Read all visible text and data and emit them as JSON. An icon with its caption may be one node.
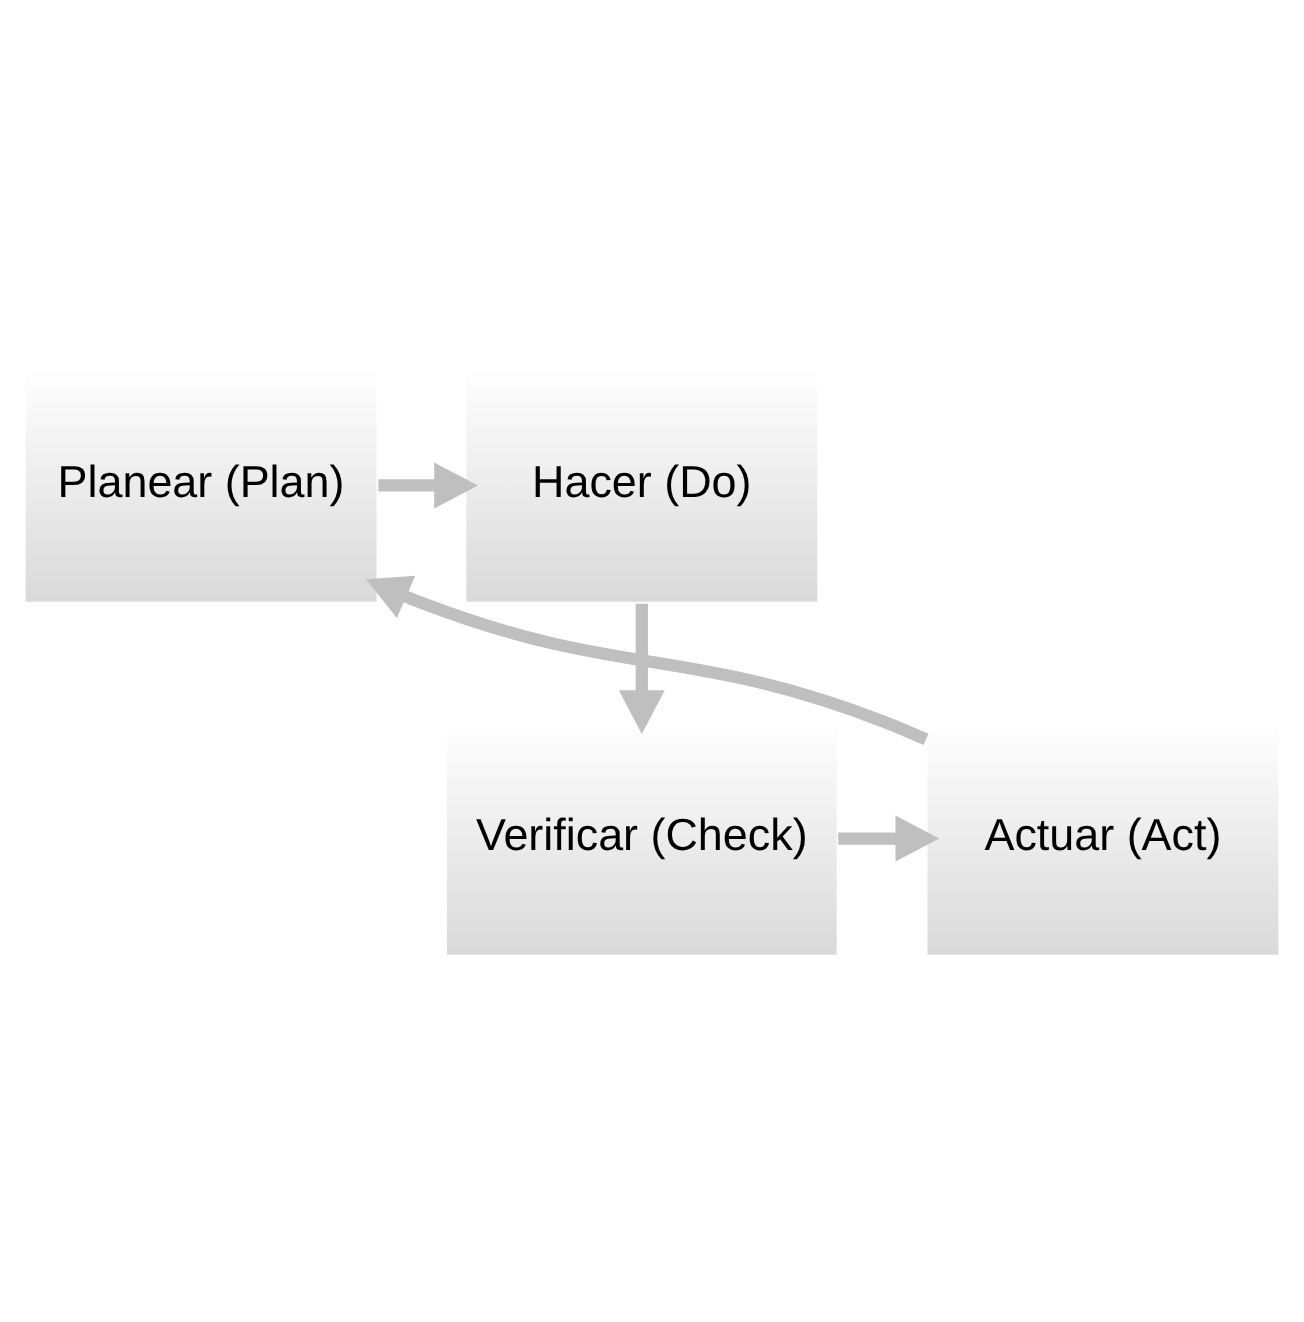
{
  "diagram": {
    "nodes": [
      {
        "text": [
          "Planear (Plan)"
        ]
      },
      {
        "text": [
          "Hacer (Do)"
        ]
      },
      {
        "text": [
          "Verificar (Check)"
        ]
      },
      {
        "text": [
          "Actuar (Act)"
        ]
      }
    ],
    "edges": [
      {
        "from": 0,
        "to": 1,
        "arrow": "to"
      },
      {
        "from": 1,
        "to": 2,
        "arrow": "to"
      },
      {
        "from": 2,
        "to": 3,
        "arrow": "to"
      },
      {
        "from": 3,
        "to": 0,
        "arrow": "to"
      }
    ]
  }
}
